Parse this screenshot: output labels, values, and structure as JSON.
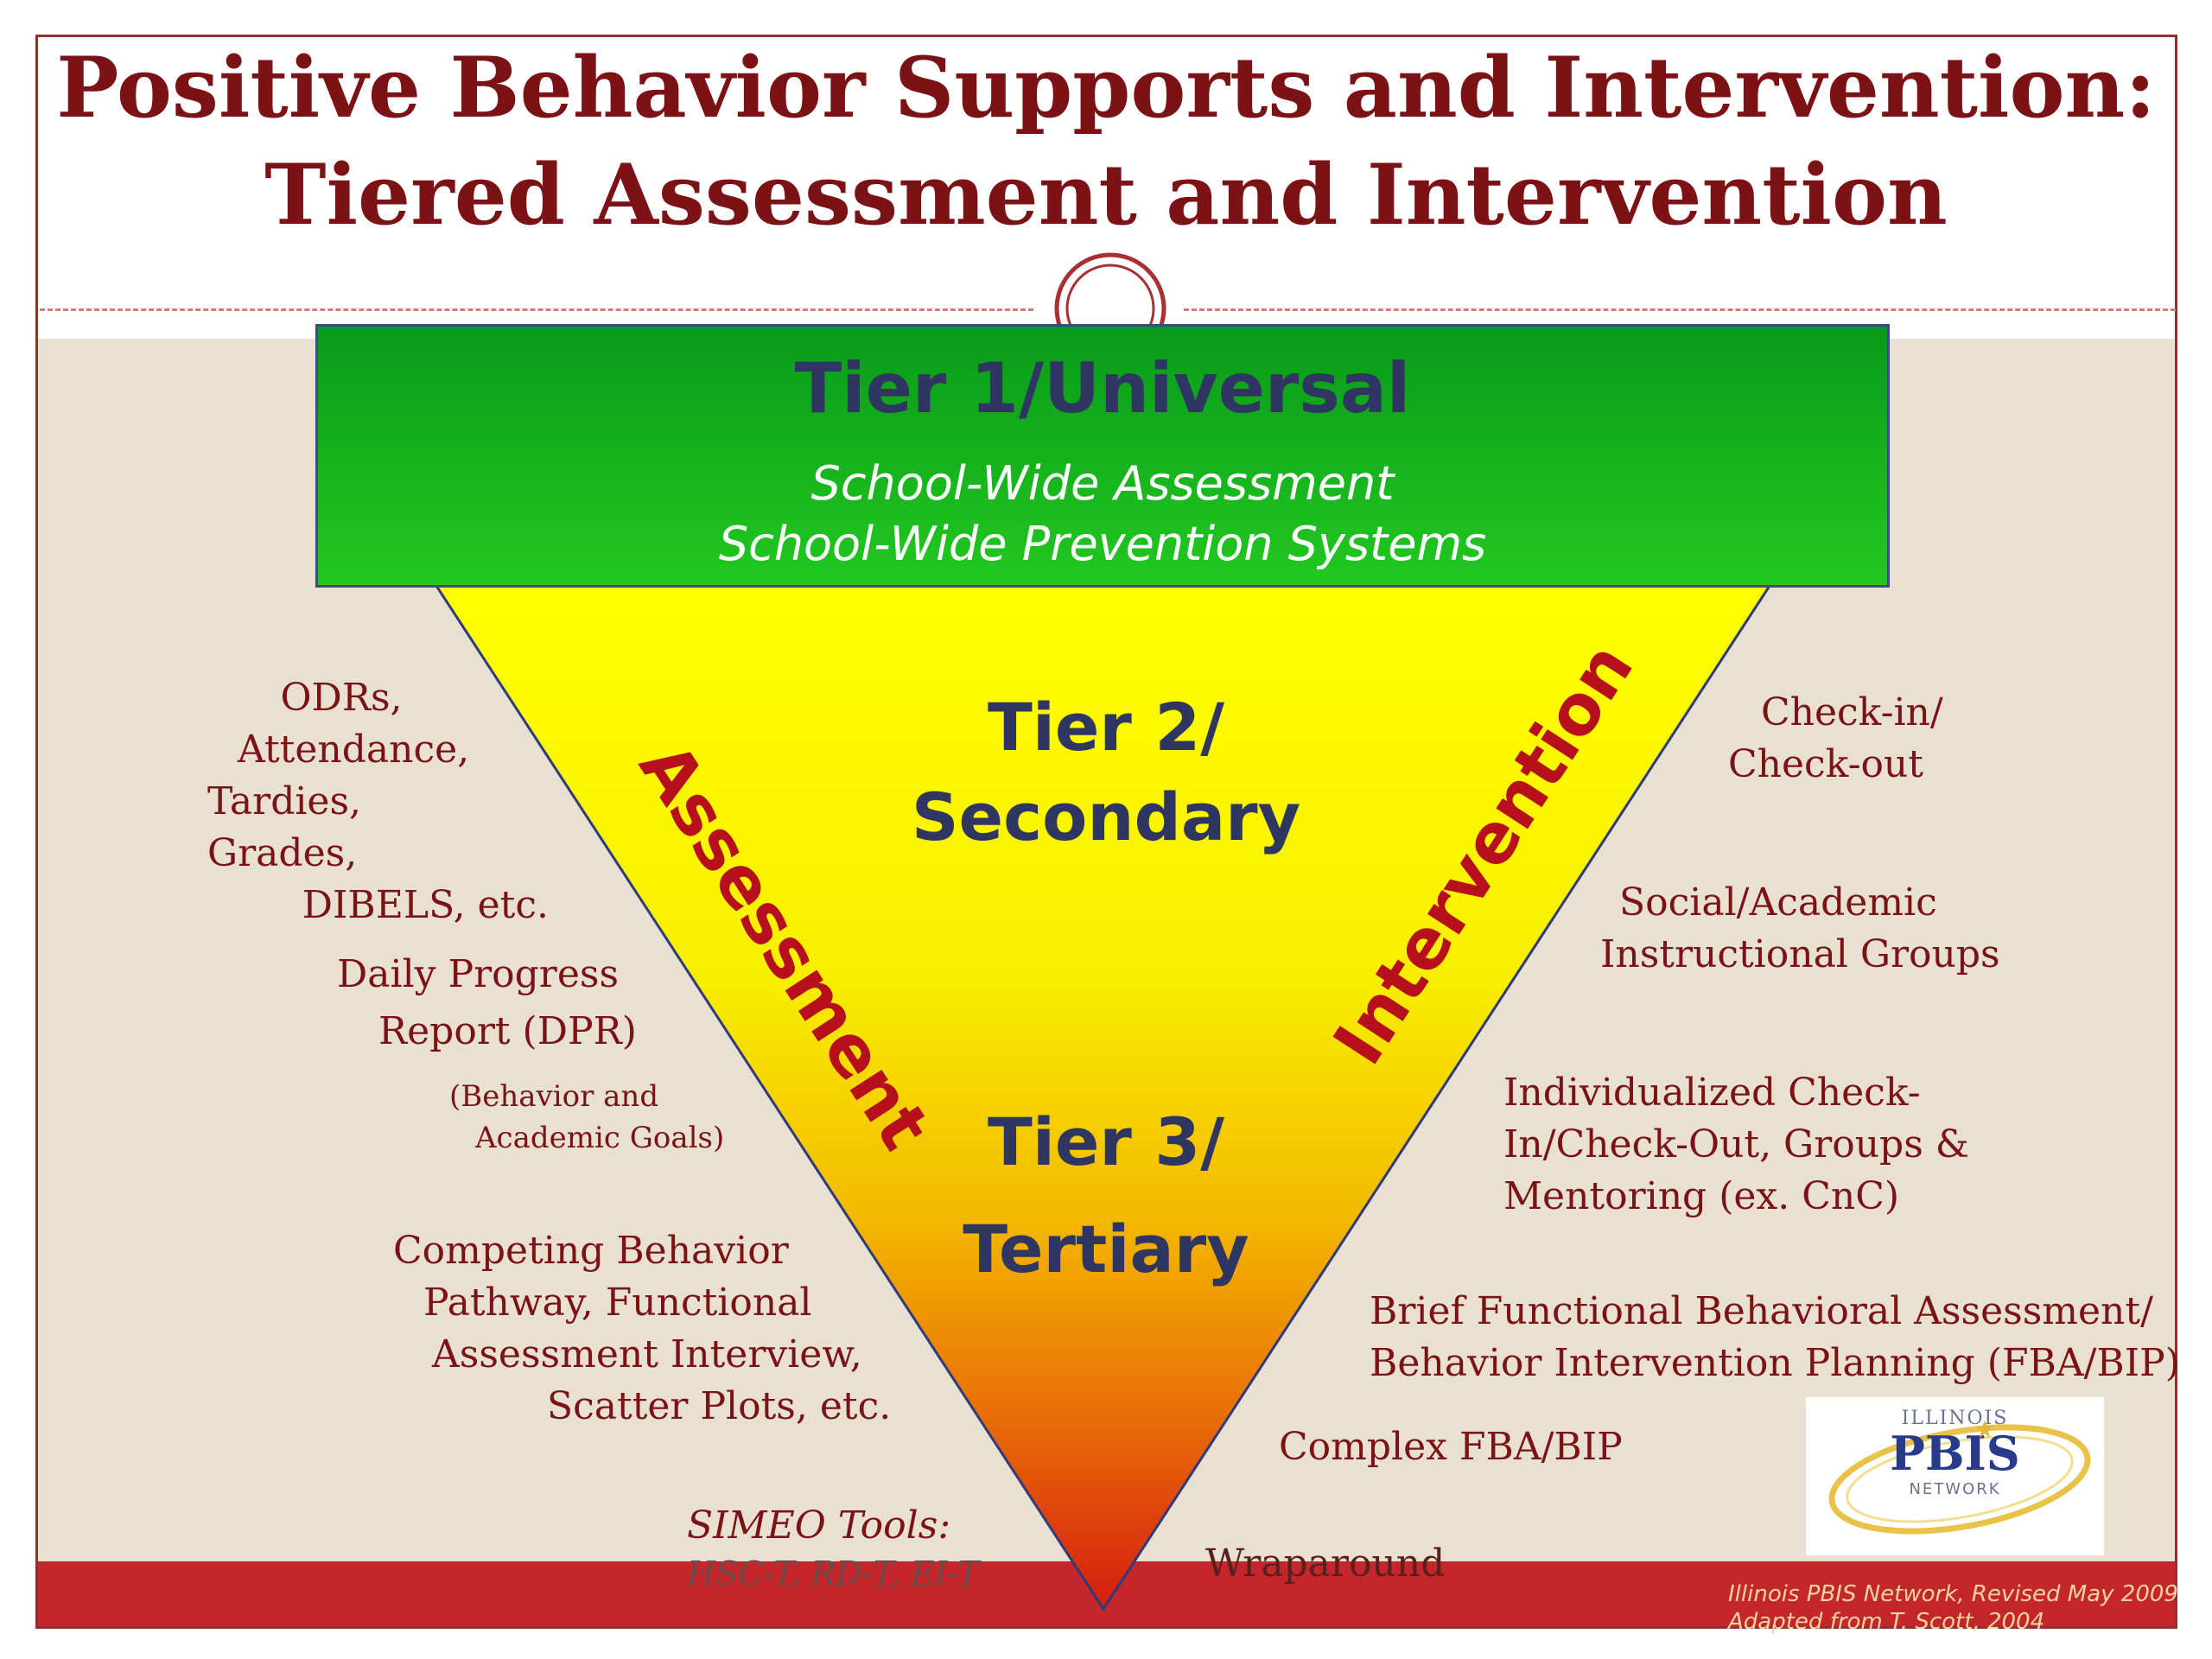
{
  "title": {
    "line1": "Positive Behavior Supports and Intervention:",
    "line2": "Tiered Assessment and Intervention"
  },
  "tier1": {
    "heading": "Tier 1/Universal",
    "line1": "School-Wide Assessment",
    "line2": "School-Wide Prevention Systems"
  },
  "tier2": {
    "line1": "Tier 2/",
    "line2": "Secondary"
  },
  "tier3": {
    "line1": "Tier 3/",
    "line2": "Tertiary"
  },
  "side_labels": {
    "left": "Assessment",
    "right": "Intervention"
  },
  "assessment_items": {
    "odrs": [
      "ODRs,",
      "Attendance,",
      "Tardies, Grades,",
      "DIBELS, etc."
    ],
    "dpr": [
      "Daily Progress",
      "Report (DPR)"
    ],
    "dpr_note": [
      "(Behavior and",
      "Academic Goals)"
    ],
    "competing": [
      "Competing Behavior",
      "Pathway, Functional",
      "Assessment Interview,",
      "Scatter Plots, etc."
    ],
    "simeo": [
      "SIMEO Tools:",
      "HSC-T, RD-T, EI-T"
    ]
  },
  "intervention_items": {
    "checkin": [
      "Check-in/",
      "Check-out"
    ],
    "social": [
      "Social/Academic",
      "Instructional Groups"
    ],
    "individualized": [
      "Individualized Check-",
      "In/Check-Out, Groups &",
      "Mentoring (ex. CnC)"
    ],
    "brief_fba": [
      "Brief Functional Behavioral Assessment/",
      "Behavior Intervention Planning (FBA/BIP)"
    ],
    "complex": "Complex FBA/BIP",
    "wraparound": "Wraparound"
  },
  "logo": {
    "top": "ILLINOIS",
    "main": "PBIS",
    "bottom": "NETWORK"
  },
  "credits": [
    "Illinois PBIS Network, Revised May 2009",
    "Adapted from T. Scott, 2004"
  ],
  "colors": {
    "title": "#7a1216",
    "tier_label": "#2f3661",
    "tier1_green": "#1fb81f",
    "band_red": "#c3262b",
    "triangle_top": "#ffff00",
    "triangle_bottom": "#d41d10"
  }
}
